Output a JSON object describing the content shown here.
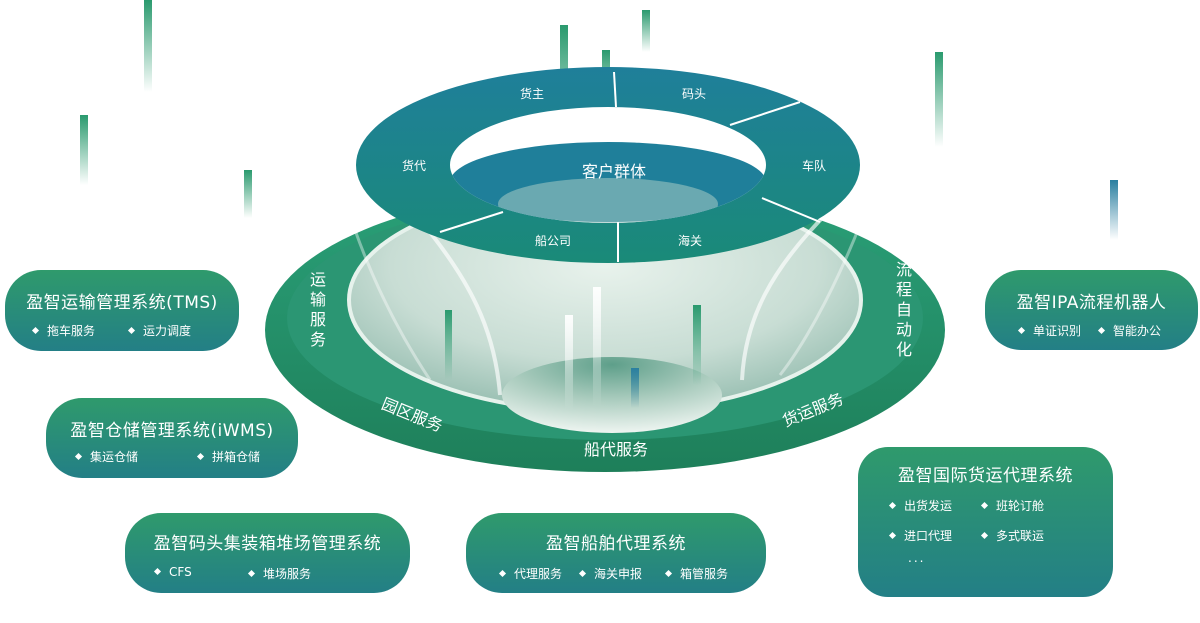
{
  "ring_top": {
    "center_label": "客户群体",
    "segments": [
      "货主",
      "码头",
      "车队",
      "海关",
      "船公司",
      "货代"
    ]
  },
  "ring_bottom": {
    "left_label": "运输服务",
    "right_label": "流程自动化",
    "bottom_labels": [
      "园区服务",
      "船代服务",
      "货运服务"
    ]
  },
  "cards": {
    "tms": {
      "title": "盈智运输管理系统(TMS)",
      "items": [
        "拖车服务",
        "运力调度"
      ]
    },
    "iwms": {
      "title": "盈智仓储管理系统(iWMS)",
      "items": [
        "集运仓储",
        "拼箱仓储"
      ]
    },
    "yard": {
      "title": "盈智码头集装箱堆场管理系统",
      "items": [
        "CFS",
        "堆场服务"
      ]
    },
    "ship": {
      "title": "盈智船舶代理系统",
      "items": [
        "代理服务",
        "海关申报",
        "箱管服务"
      ]
    },
    "ipa": {
      "title": "盈智IPA流程机器人",
      "items": [
        "单证识别",
        "智能办公"
      ]
    },
    "freight": {
      "title": "盈智国际货运代理系统",
      "items": [
        "出货发运",
        "班轮订舱",
        "进口代理",
        "多式联运"
      ],
      "more": "..."
    }
  }
}
